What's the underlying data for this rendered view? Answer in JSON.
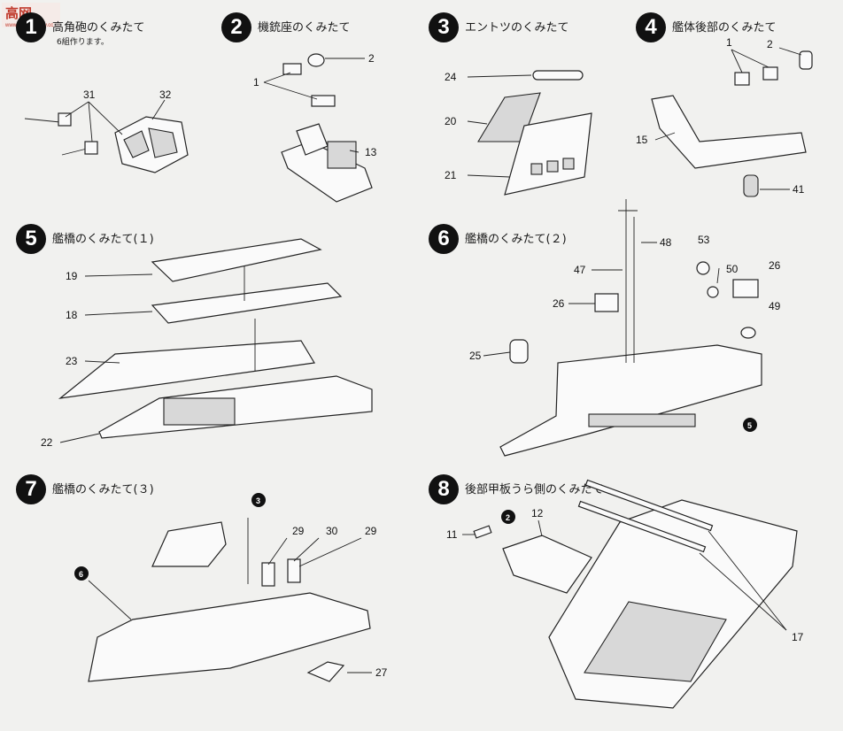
{
  "watermark": {
    "text": "高网",
    "sub": "www.hobbyhobby.cc"
  },
  "steps": [
    {
      "num": "1",
      "title": "高角砲のくみたて",
      "note": "6組作ります。",
      "parts": [
        "31",
        "32"
      ]
    },
    {
      "num": "2",
      "title": "機銃座のくみたて",
      "parts": [
        "2",
        "1",
        "13"
      ]
    },
    {
      "num": "3",
      "title": "エントツのくみたて",
      "parts": [
        "24",
        "20",
        "21"
      ]
    },
    {
      "num": "4",
      "title": "艦体後部のくみたて",
      "parts": [
        "1",
        "2",
        "15",
        "41"
      ]
    },
    {
      "num": "5",
      "title": "艦橋のくみたて(１)",
      "parts": [
        "19",
        "18",
        "23",
        "22"
      ]
    },
    {
      "num": "6",
      "title": "艦橋のくみたて(２)",
      "parts": [
        "48",
        "53",
        "47",
        "50",
        "26",
        "26",
        "49",
        "25"
      ],
      "ref": "5"
    },
    {
      "num": "7",
      "title": "艦橋のくみたて(３)",
      "parts": [
        "29",
        "30",
        "29",
        "27"
      ],
      "refs": [
        "3",
        "6"
      ]
    },
    {
      "num": "8",
      "title": "後部甲板うら側のくみたて",
      "parts": [
        "11",
        "12",
        "17"
      ],
      "ref": "2"
    }
  ]
}
